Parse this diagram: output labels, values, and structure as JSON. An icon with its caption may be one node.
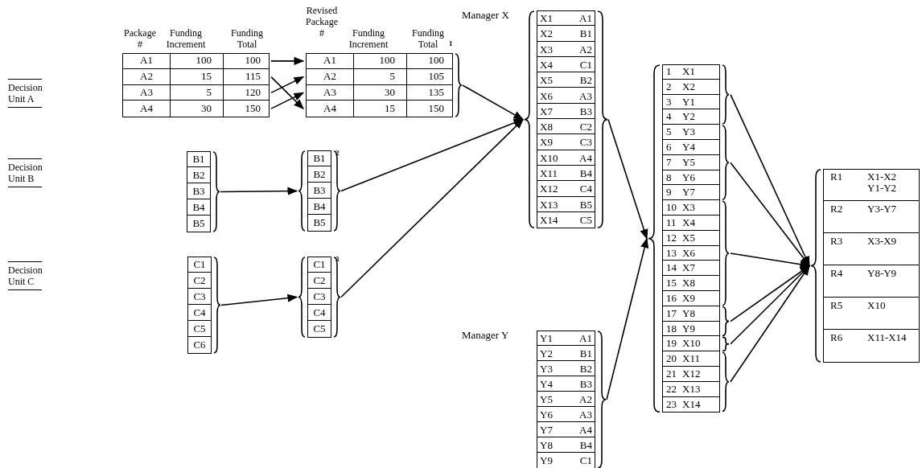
{
  "diagram": {
    "nodes": [
      {
        "text": [],
        "shape": "box"
      },
      {
        "text": [
          "A1",
          "100",
          "100"
        ],
        "in": 0
      },
      {
        "text": [
          "A2",
          "15",
          "115"
        ],
        "in": 0
      },
      {
        "text": [
          "A3",
          "5",
          "120"
        ],
        "in": 0
      },
      {
        "text": [
          "A4",
          "30",
          "150"
        ],
        "in": 0
      },
      {
        "text": [],
        "shape": "box"
      },
      {
        "text": [
          "A1",
          "100",
          "100"
        ],
        "in": 5
      },
      {
        "text": [
          "A2",
          "5",
          "105"
        ],
        "in": 5
      },
      {
        "text": [
          "A3",
          "30",
          "135"
        ],
        "in": 5
      },
      {
        "text": [
          "A4",
          "15",
          "150"
        ],
        "in": 5
      },
      {
        "text": [],
        "shape": "box"
      },
      {
        "text": [
          "B1"
        ],
        "in": 10
      },
      {
        "text": [
          "B2"
        ],
        "in": 10
      },
      {
        "text": [
          "B3"
        ],
        "in": 10
      },
      {
        "text": [
          "B4"
        ],
        "in": 10
      },
      {
        "text": [
          "B5"
        ],
        "in": 10
      },
      {
        "text": [],
        "shape": "box"
      },
      {
        "text": [
          "B1"
        ],
        "in": 16
      },
      {
        "text": [
          "B2"
        ],
        "in": 16
      },
      {
        "text": [
          "B3"
        ],
        "in": 16
      },
      {
        "text": [
          "B4"
        ],
        "in": 16
      },
      {
        "text": [
          "B5"
        ],
        "in": 16
      },
      {
        "text": [],
        "shape": "box"
      },
      {
        "text": [
          "C1"
        ],
        "in": 22
      },
      {
        "text": [
          "C2"
        ],
        "in": 22
      },
      {
        "text": [
          "C3"
        ],
        "in": 22
      },
      {
        "text": [
          "C4"
        ],
        "in": 22
      },
      {
        "text": [
          "C5"
        ],
        "in": 22
      },
      {
        "text": [
          "C6"
        ],
        "in": 22
      },
      {
        "text": [],
        "shape": "box"
      },
      {
        "text": [
          "C1"
        ],
        "in": 29
      },
      {
        "text": [
          "C2"
        ],
        "in": 29
      },
      {
        "text": [
          "C3"
        ],
        "in": 29
      },
      {
        "text": [
          "C4"
        ],
        "in": 29
      },
      {
        "text": [
          "C5"
        ],
        "in": 29
      },
      {
        "text": [
          "Manager X"
        ]
      },
      {
        "text": [
          "X1",
          "A1"
        ],
        "in": 35
      },
      {
        "text": [
          "X2",
          "B1"
        ],
        "in": 35
      },
      {
        "text": [
          "X3",
          "A2"
        ],
        "in": 35
      },
      {
        "text": [
          "X4",
          "C1"
        ],
        "in": 35
      },
      {
        "text": [
          "X5",
          "B2"
        ],
        "in": 35
      },
      {
        "text": [
          "X6",
          "A3"
        ],
        "in": 35
      },
      {
        "text": [
          "X7",
          "B3"
        ],
        "in": 35
      },
      {
        "text": [
          "X8",
          "C2"
        ],
        "in": 35
      },
      {
        "text": [
          "X9",
          "C3"
        ],
        "in": 35
      },
      {
        "text": [
          "X10",
          "A4"
        ],
        "in": 35
      },
      {
        "text": [
          "X11",
          "B4"
        ],
        "in": 35
      },
      {
        "text": [
          "X12",
          "C4"
        ],
        "in": 35
      },
      {
        "text": [
          "X13",
          "B5"
        ],
        "in": 35
      },
      {
        "text": [
          "X14",
          "C5"
        ],
        "in": 35
      },
      {
        "text": [
          "Manager Y"
        ]
      },
      {
        "text": [
          "Y1",
          "A1"
        ],
        "in": 50
      },
      {
        "text": [
          "Y2",
          "B1"
        ],
        "in": 50
      },
      {
        "text": [
          "Y3",
          "B2"
        ],
        "in": 50
      },
      {
        "text": [
          "Y4",
          "B3"
        ],
        "in": 50
      },
      {
        "text": [
          "Y5",
          "A2"
        ],
        "in": 50
      },
      {
        "text": [
          "Y6",
          "A3"
        ],
        "in": 50
      },
      {
        "text": [
          "Y7",
          "A4"
        ],
        "in": 50
      },
      {
        "text": [
          "Y8",
          "B4"
        ],
        "in": 50
      },
      {
        "text": [
          "Y9",
          "C1"
        ],
        "in": 50
      },
      {
        "text": [],
        "shape": "box"
      },
      {
        "text": [
          "1",
          "X1"
        ],
        "in": 60
      },
      {
        "text": [
          "2",
          "X2"
        ],
        "in": 60
      },
      {
        "text": [
          "3",
          "Y1"
        ],
        "in": 60
      },
      {
        "text": [
          "4",
          "Y2"
        ],
        "in": 60
      },
      {
        "text": [
          "5",
          "Y3"
        ],
        "in": 60
      },
      {
        "text": [
          "6",
          "Y4"
        ],
        "in": 60
      },
      {
        "text": [
          "7",
          "Y5"
        ],
        "in": 60
      },
      {
        "text": [
          "8",
          "Y6"
        ],
        "in": 60
      },
      {
        "text": [
          "9",
          "Y7"
        ],
        "in": 60
      },
      {
        "text": [
          "10",
          "X3"
        ],
        "in": 60
      },
      {
        "text": [
          "11",
          "X4"
        ],
        "in": 60
      },
      {
        "text": [
          "12",
          "X5"
        ],
        "in": 60
      },
      {
        "text": [
          "13",
          "X6"
        ],
        "in": 60
      },
      {
        "text": [
          "14",
          "X7"
        ],
        "in": 60
      },
      {
        "text": [
          "15",
          "X8"
        ],
        "in": 60
      },
      {
        "text": [
          "16",
          "X9"
        ],
        "in": 60
      },
      {
        "text": [
          "17",
          "Y8"
        ],
        "in": 60
      },
      {
        "text": [
          "18",
          "Y9"
        ],
        "in": 60
      },
      {
        "text": [
          "19",
          "X10"
        ],
        "in": 60
      },
      {
        "text": [
          "20",
          "X11"
        ],
        "in": 60
      },
      {
        "text": [
          "21",
          "X12"
        ],
        "in": 60
      },
      {
        "text": [
          "22",
          "X13"
        ],
        "in": 60
      },
      {
        "text": [
          "23",
          "X14"
        ],
        "in": 60
      },
      {
        "text": [],
        "shape": "box"
      },
      {
        "text": [
          "R1",
          "X1-X2 Y1-Y2"
        ],
        "in": 84
      },
      {
        "text": [
          "R2",
          "Y3-Y7"
        ],
        "in": 84
      },
      {
        "text": [
          "R3",
          "X3-X9"
        ],
        "in": 84
      },
      {
        "text": [
          "R4",
          "Y8-Y9"
        ],
        "in": 84
      },
      {
        "text": [
          "R5",
          "X10"
        ],
        "in": 84
      },
      {
        "text": [
          "R6",
          "X11-X14"
        ],
        "in": 84
      }
    ],
    "edges": [
      {
        "from": 1,
        "to": 6,
        "arrow": "to"
      },
      {
        "from": 2,
        "to": 9,
        "arrow": "to"
      },
      {
        "from": 3,
        "to": 7,
        "arrow": "to"
      },
      {
        "from": 4,
        "to": 8,
        "arrow": "to"
      },
      {
        "from": 10,
        "to": 16,
        "arrow": "to"
      },
      {
        "from": 22,
        "to": 29,
        "arrow": "to"
      },
      {
        "from": 5,
        "to": 35,
        "arrow": "to"
      },
      {
        "from": 16,
        "to": 35,
        "arrow": "to"
      },
      {
        "from": 29,
        "to": 35,
        "arrow": "to"
      },
      {
        "from": 35,
        "to": 60,
        "arrow": "to"
      },
      {
        "from": 50,
        "to": 60,
        "arrow": "to"
      },
      {
        "from": 60,
        "to": 84,
        "arrow": "to"
      },
      {
        "from": 60,
        "to": 84,
        "arrow": "to"
      },
      {
        "from": 60,
        "to": 84,
        "arrow": "to"
      },
      {
        "from": 60,
        "to": 84,
        "arrow": "to"
      },
      {
        "from": 60,
        "to": 84,
        "arrow": "to"
      },
      {
        "from": 60,
        "to": 84,
        "arrow": "to"
      }
    ],
    "labels": [
      "Package #",
      "Funding Increment",
      "Funding Total",
      "Revised Package #",
      "Funding Increment",
      "Funding Total",
      "1",
      "Decision Unit A",
      "2",
      "Decision Unit B",
      "3",
      "Decision Unit C"
    ]
  }
}
